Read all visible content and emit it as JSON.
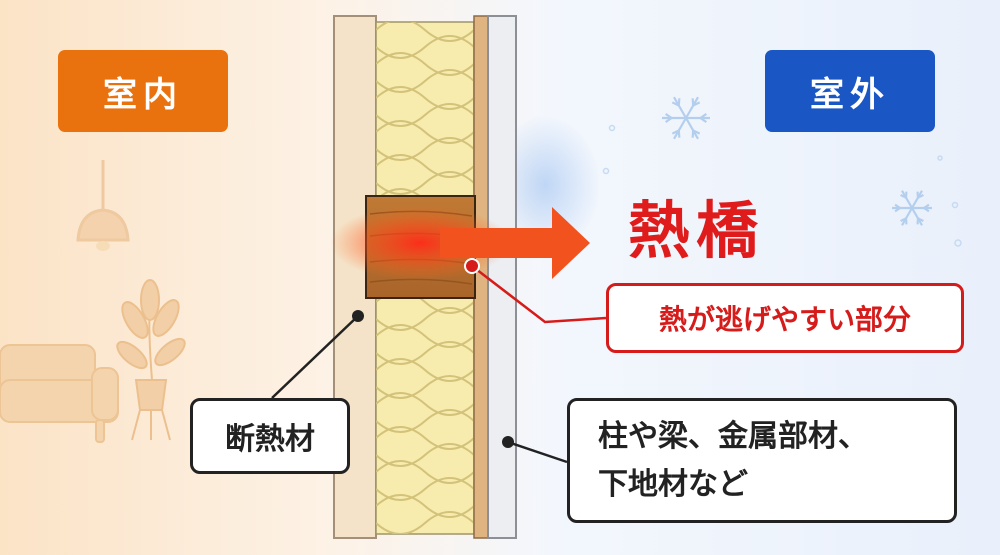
{
  "labels": {
    "indoor": "室内",
    "outdoor": "室外",
    "title": "熱橋",
    "escape_note": "熱が逃げやすい部分",
    "insulation": "断熱材",
    "members_line1": "柱や梁、金属部材、",
    "members_line2": "下地材など"
  },
  "colors": {
    "indoor_orange": "#e9720f",
    "outdoor_blue": "#1a56c4",
    "heat_red": "#e01b1b",
    "insulation_yellow": "#f7ecae",
    "wood_brown": "#b5702f",
    "board_beige": "#f4e3c9"
  },
  "icons": [
    "pendant-lamp-icon",
    "sofa-icon",
    "potted-plant-icon",
    "snowflake-icon",
    "arrow-right-icon"
  ]
}
